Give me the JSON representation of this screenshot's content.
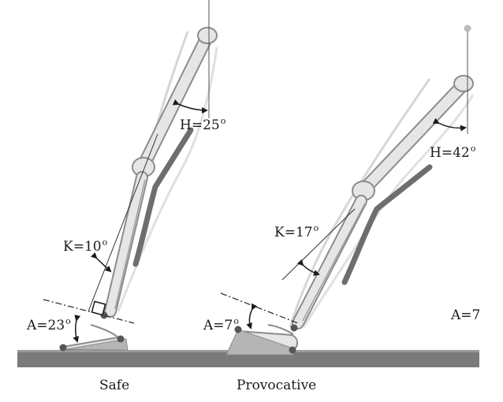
{
  "angles": {
    "safe_hip": {
      "name": "H",
      "value": "25",
      "unit": "o"
    },
    "safe_knee": {
      "name": "K",
      "value": "10",
      "unit": "o"
    },
    "safe_ankle": {
      "name": "A",
      "value": "23",
      "unit": "o"
    },
    "prov_hip": {
      "name": "H",
      "value": "42",
      "unit": "o"
    },
    "prov_knee": {
      "name": "K",
      "value": "17",
      "unit": "o"
    },
    "prov_ankle": {
      "name": "A",
      "value": "7",
      "unit": "o"
    },
    "side_ankle": {
      "text": "A=7"
    }
  },
  "captions": {
    "left": "Safe",
    "right": "Provocative"
  },
  "colors": {
    "ground": "#7a7a7a",
    "bone_fill": "#e6e6e6",
    "bone_stroke": "#8c8c8c",
    "skin_outline": "#cfcfcf",
    "muscle_bar": "#6e6e6e",
    "wedge": "#b5b5b5",
    "text": "#1a1a1a"
  }
}
